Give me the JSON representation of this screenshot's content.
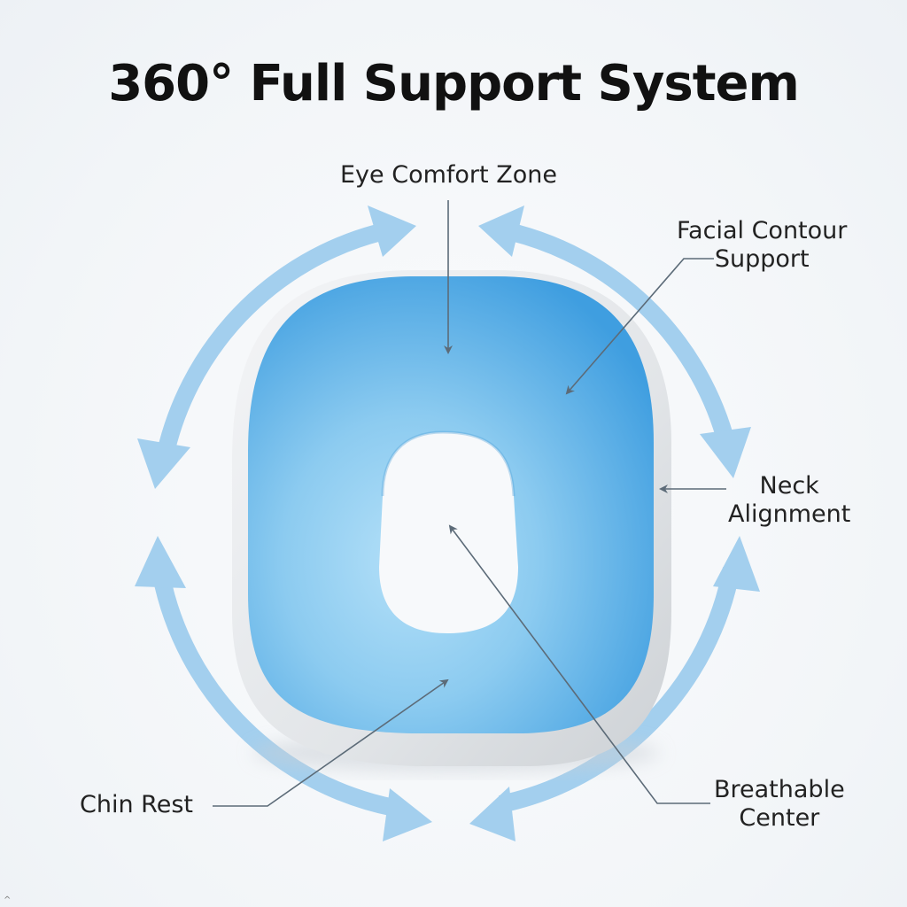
{
  "title": "360° Full Support System",
  "labels": {
    "eye_comfort": "Eye Comfort Zone",
    "facial_contour_line1": "Facial Contour",
    "facial_contour_line2": "Support",
    "neck_line1": "Neck",
    "neck_line2": "Alignment",
    "chin_rest": "Chin Rest",
    "breathable_line1": "Breathable",
    "breathable_line2": "Center"
  },
  "corner_mark": "^",
  "colors": {
    "gel_blue": "#5bb0e8",
    "gel_light": "#a9d8f5",
    "arrow_blue": "#9ccbee",
    "shell_gray": "#e4e6e9",
    "leader_line": "#5c6b78"
  }
}
